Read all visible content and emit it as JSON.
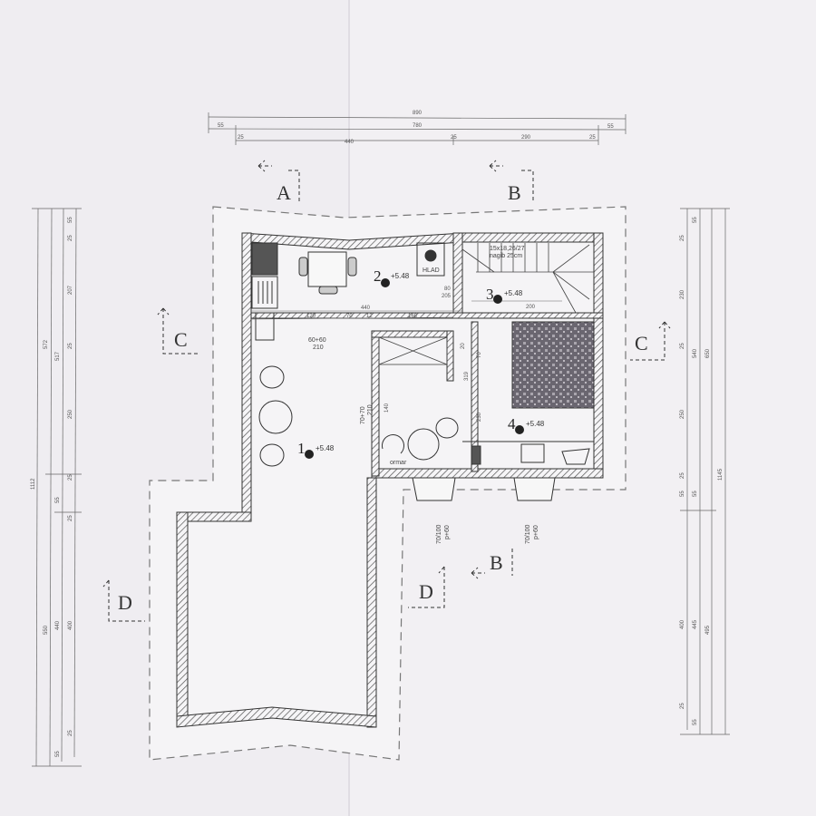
{
  "colors": {
    "paper": "#f2f0f3",
    "ink": "#333333",
    "wall_hatch": "#555555",
    "bed_fill": "#6a6670"
  },
  "sections": {
    "a": "A",
    "b": "B",
    "c": "C",
    "d": "D"
  },
  "rooms": [
    {
      "number": "1",
      "elevation": "+5.48"
    },
    {
      "number": "2",
      "elevation": "+5.48"
    },
    {
      "number": "3",
      "elevation": "+5.48"
    },
    {
      "number": "4",
      "elevation": "+5.48"
    }
  ],
  "top_dimensions": {
    "total": "890",
    "left_offset": "55",
    "inner": "780",
    "right_offset": "55",
    "wall_left": "25",
    "span_left": "440",
    "wall_mid": "25",
    "span_right": "290",
    "wall_right": "25"
  },
  "left_dimensions": {
    "total": "1112",
    "upper": "572",
    "upper_inner": "517",
    "top_offset": "55",
    "wall1": "25",
    "seg1": "207",
    "wall2": "25",
    "seg2": "250",
    "wall3": "25",
    "step": "55",
    "wall4": "25",
    "lower": "550",
    "lower_inner": "440",
    "seg3": "400",
    "wall5": "25",
    "bottom_offset": "55"
  },
  "right_dimensions": {
    "total": "1145",
    "top_offset": "55",
    "wall1": "25",
    "seg1": "230",
    "wall2": "25",
    "mid": "540",
    "upper": "650",
    "seg2": "250",
    "wall3": "25",
    "step1": "55",
    "step2": "55",
    "seg3": "400",
    "lower_inner": "445",
    "lower": "495",
    "wall4": "25",
    "bottom_offset": "55"
  },
  "interior_dimensions": {
    "hall_total": "440",
    "hall_a": "120",
    "hall_b": "70",
    "hall_c": "12",
    "hall_d": "168",
    "stair_width": "200",
    "door_a": "80",
    "door_a2": "205",
    "v1": "20",
    "v2": "70",
    "v3": "140",
    "v4": "319",
    "v5": "230"
  },
  "openings": {
    "door_kitchen": "60+60",
    "door_kitchen_h": "210",
    "door_room1": "70+70",
    "door_room1_h": "210",
    "window_1": "70/100",
    "window_1_p": "p+60",
    "window_2": "70/100",
    "window_2_p": "p+60"
  },
  "fixtures": {
    "fridge_label": "HLAD",
    "stair_label": "15x18,26/27",
    "stair_note": "nagib 25cm",
    "shelf_label": "ormar"
  }
}
